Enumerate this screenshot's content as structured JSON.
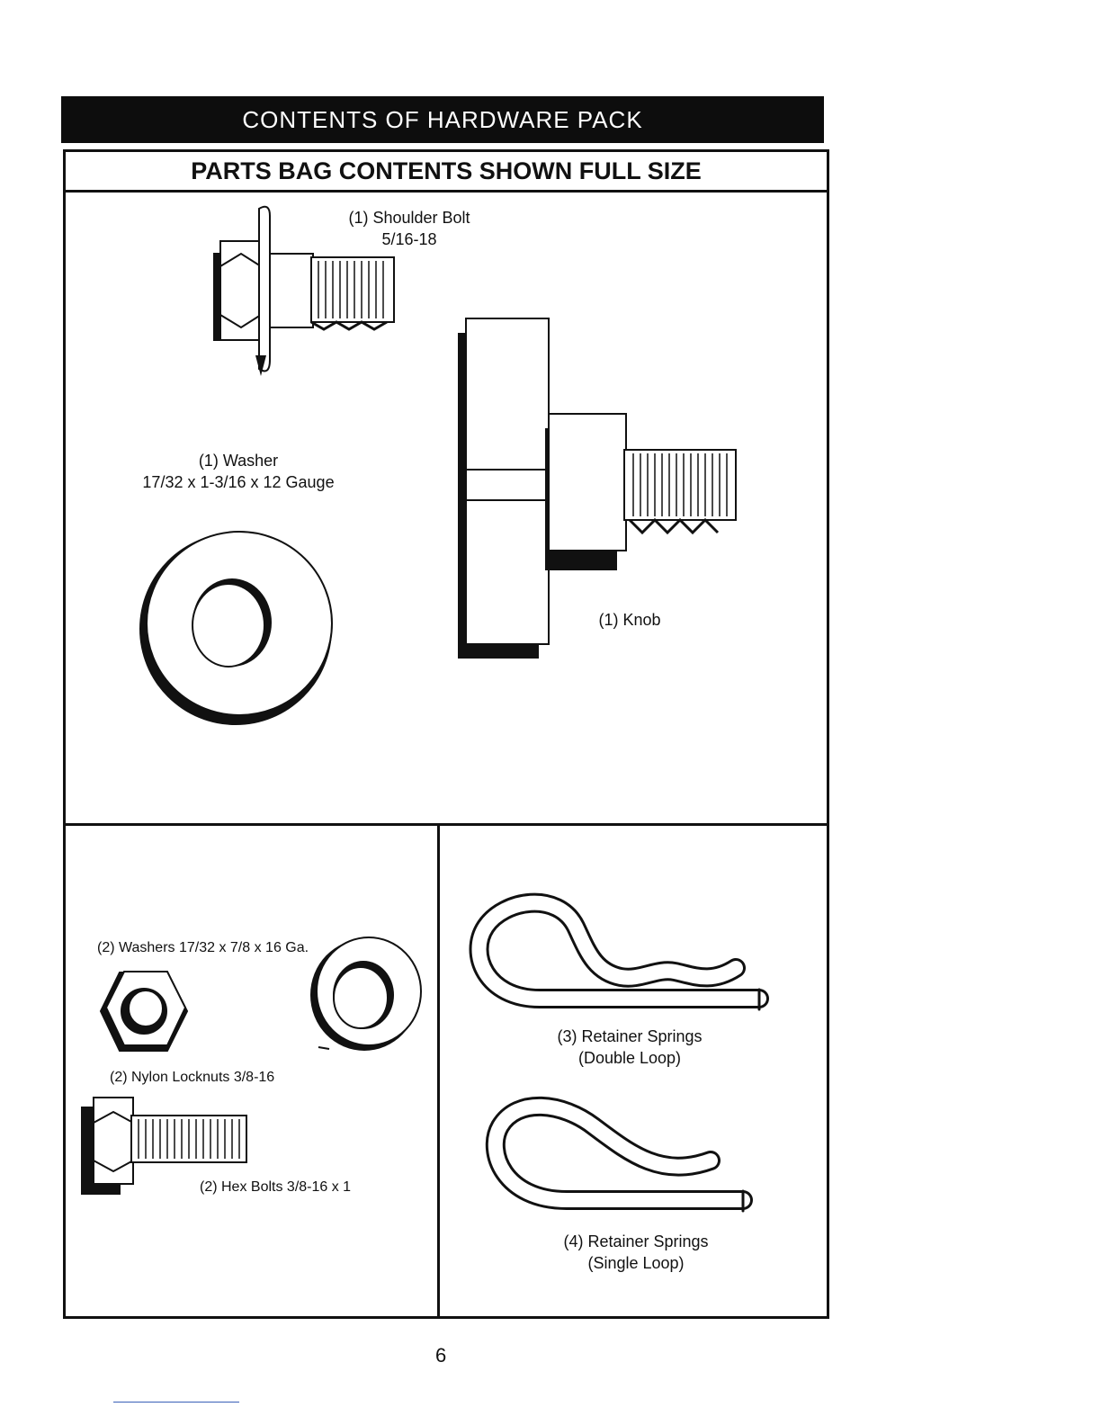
{
  "header": {
    "title": "CONTENTS OF HARDWARE PACK"
  },
  "subheader": {
    "title": "PARTS BAG CONTENTS SHOWN FULL SIZE"
  },
  "parts": {
    "shoulder_bolt": {
      "line1": "(1) Shoulder Bolt",
      "line2": "5/16-18"
    },
    "washer_large": {
      "line1": "(1) Washer",
      "line2": "17/32 x 1-3/16 x 12 Gauge"
    },
    "knob": {
      "line1": "(1) Knob"
    },
    "washers_small": {
      "line1": "(2) Washers 17/32 x 7/8 x 16 Ga."
    },
    "locknuts": {
      "line1": "(2) Nylon Locknuts  3/8-16"
    },
    "hex_bolts": {
      "line1": "(2) Hex Bolts  3/8-16 x 1"
    },
    "springs_double": {
      "line1": "(3) Retainer Springs",
      "line2": "(Double Loop)"
    },
    "springs_single": {
      "line1": "(4) Retainer Springs",
      "line2": "(Single Loop)"
    }
  },
  "page_number": "6"
}
